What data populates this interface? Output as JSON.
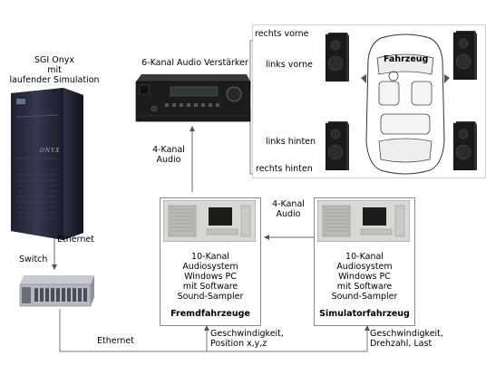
{
  "server": {
    "title_line1": "SGI Onyx",
    "title_line2": "mit",
    "title_line3": "laufender Simulation",
    "brand": "ONYX"
  },
  "amplifier": {
    "title": "6-Kanal Audio Verstärker"
  },
  "speakers": {
    "rechts_vorne": "rechts vorne",
    "links_vorne": "links vorne",
    "links_hinten": "links hinten",
    "rechts_hinten": "rechts hinten"
  },
  "car": {
    "label": "Fahrzeug"
  },
  "links": {
    "amp_audio_line1": "4-Kanal",
    "amp_audio_line2": "Audio",
    "pc_audio_line1": "4-Kanal",
    "pc_audio_line2": "Audio",
    "ethernet_vertical": "Ethernet",
    "ethernet_bottom": "Ethernet",
    "switch": "Switch",
    "fremd_data_line1": "Geschwindigkeit,",
    "fremd_data_line2": "Position x,y,z",
    "sim_data_line1": "Geschwindigkeit,",
    "sim_data_line2": "Drehzahl, Last"
  },
  "fremd_pc": {
    "line1": "10-Kanal",
    "line2": "Audiosystem",
    "line3": "Windows PC",
    "line4": "mit Software",
    "line5": "Sound-Sampler",
    "name": "Fremdfahrzeuge"
  },
  "sim_pc": {
    "line1": "10-Kanal",
    "line2": "Audiosystem",
    "line3": "Windows PC",
    "line4": "mit Software",
    "line5": "Sound-Sampler",
    "name": "Simulatorfahrzeug"
  }
}
